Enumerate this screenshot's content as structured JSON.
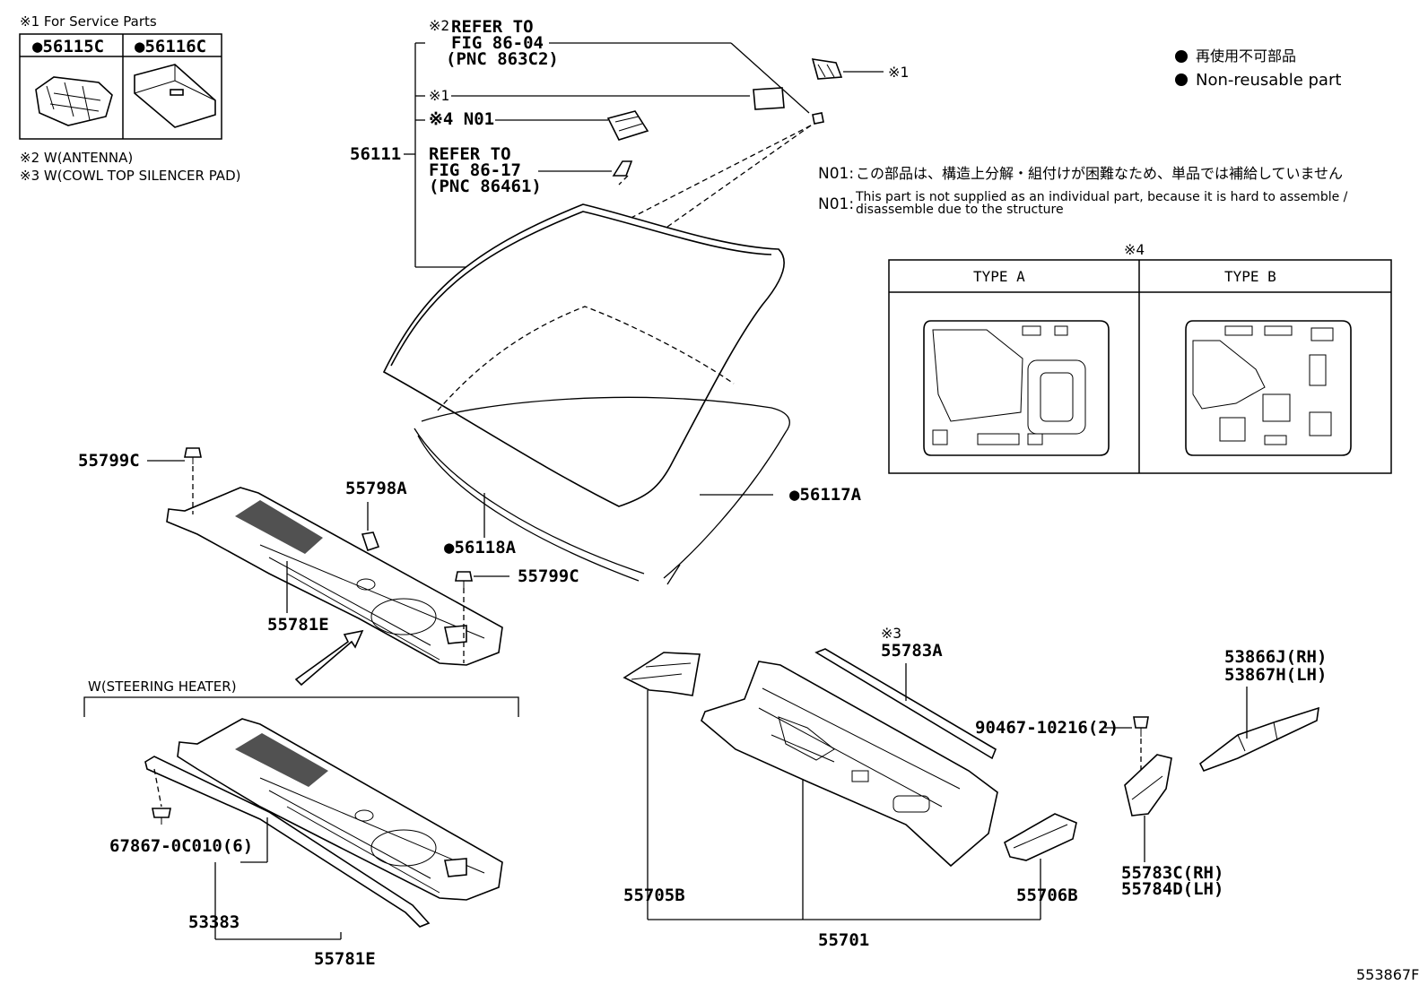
{
  "notes": {
    "service_parts": "※1 For Service Parts",
    "service_part_a": "●56115C",
    "service_part_b": "●56116C",
    "note2": "※2 W(ANTENNA)",
    "note3": "※3 W(COWL TOP SILENCER PAD)"
  },
  "legend": {
    "jp": "再使用不可部品",
    "en": "Non-reusable part"
  },
  "n01": {
    "label": "N01:",
    "jp": "この部品は、構造上分解・組付けが困難なため、単品では補給していません",
    "en_line1": "This part is not supplied as an individual part, because it is hard to assemble /",
    "en_line2": "disassemble due to the structure"
  },
  "callouts": {
    "ref_8604_mark": "※2",
    "ref_8604_a": "REFER TO",
    "ref_8604_b": "FIG 86-04",
    "ref_8604_c": "(PNC 863C2)",
    "mark1_left": "※1",
    "mark4_n01": "※4 N01",
    "p56111": "56111",
    "ref_8617_a": "REFER TO",
    "ref_8617_b": "FIG 86-17",
    "ref_8617_c": "(PNC 86461)",
    "mark1_right": "※1",
    "p55799c_a": "55799C",
    "p55798a": "55798A",
    "p56117a": "●56117A",
    "p56118a": "●56118A",
    "p55799c_b": "55799C",
    "p55781e_a": "55781E",
    "steering_heater": "W(STEERING HEATER)",
    "p67867": "67867-0C010(6)",
    "p53383": "53383",
    "p55781e_b": "55781E",
    "mark3": "※3",
    "p55783a": "55783A",
    "p90467": "90467-10216(2)",
    "p53866j": "53866J(RH)",
    "p53867h": "53867H(LH)",
    "p55783c": "55783C(RH)",
    "p55784d": "55784D(LH)",
    "p55705b": "55705B",
    "p55706b": "55706B",
    "p55701": "55701",
    "fig_id": "553867F"
  },
  "type_table": {
    "mark": "※4",
    "type_a": "TYPE A",
    "type_b": "TYPE B"
  }
}
